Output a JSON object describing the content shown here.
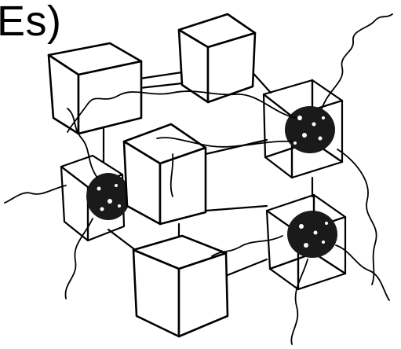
{
  "title_fragment": "Es)",
  "diagram": {
    "ink_color": "#000000",
    "background_color": "#ffffff",
    "boxes": [
      {
        "name": "box-top-left",
        "kind": "solid"
      },
      {
        "name": "box-top-middle",
        "kind": "solid"
      },
      {
        "name": "box-right-upper",
        "kind": "transparent-with-organism"
      },
      {
        "name": "box-left-middle",
        "kind": "transparent-with-organism"
      },
      {
        "name": "box-center",
        "kind": "solid"
      },
      {
        "name": "box-right-lower",
        "kind": "transparent-with-organism"
      },
      {
        "name": "box-bottom-center",
        "kind": "solid"
      }
    ]
  }
}
